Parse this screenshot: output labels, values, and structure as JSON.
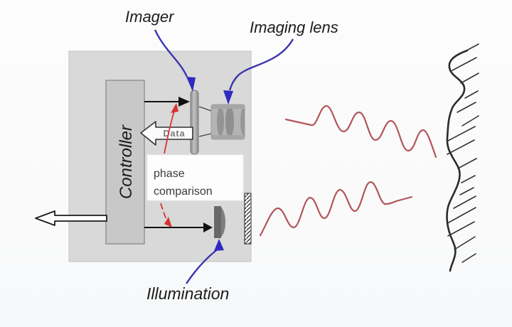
{
  "diagram": {
    "description": "Phase-measurement (time-of-flight) camera principle diagram",
    "labels": {
      "imager": "Imager",
      "imaging_lens": "Imaging lens",
      "illumination": "Illumination",
      "controller": "Controller",
      "data_arrow": "Data"
    },
    "phase_box": {
      "line1": "phase",
      "line2": "comparison"
    },
    "colors": {
      "callout_blue": "#3b35ad",
      "feedback_red": "#d63333",
      "wave_red": "#b2555b",
      "housing_gray": "#d9d9d9",
      "controller_gray": "#c8c8c8",
      "imager_gray": "#9c9c9c",
      "emitter_dark_gray": "#686868",
      "outline_black": "#1a1a1a"
    },
    "icons": {
      "blue_callout_arrowhead": "solid triangle",
      "black_signal_arrowhead": "solid triangle",
      "red_feedback_arrowhead": "solid triangle",
      "block_arrow_left": "outlined block arrow",
      "hatched_aperture": "diagonal hatch strip",
      "target_surface_hatching": "diagonal hatch strokes"
    }
  }
}
